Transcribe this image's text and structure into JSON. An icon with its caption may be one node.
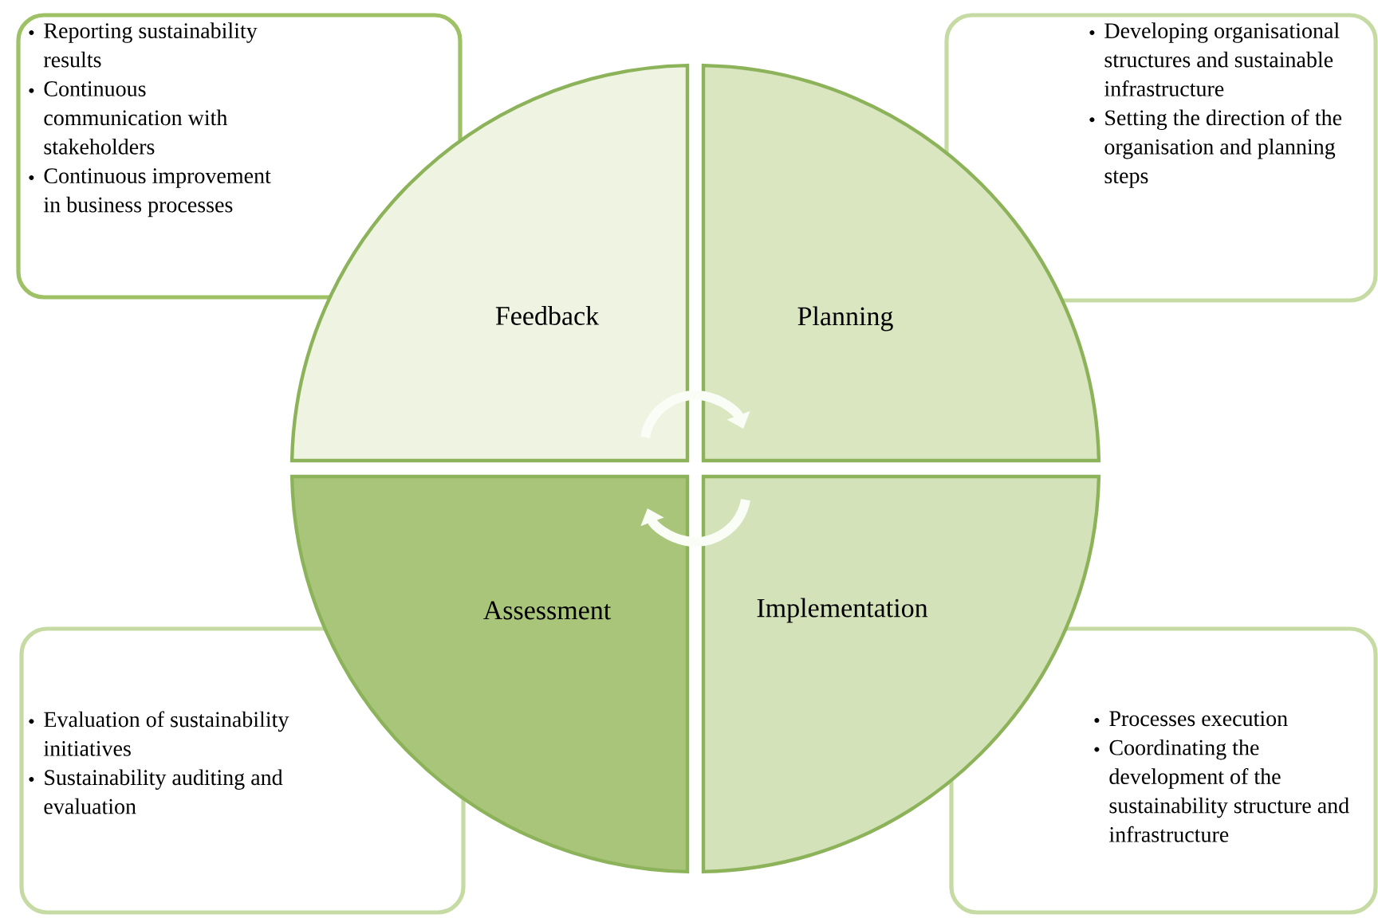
{
  "diagram": {
    "nodes": [
      {
        "text": [
          "Reporting sustainability results",
          "Continuous communication with stakeholders",
          "Continuous improvement in business processes"
        ]
      },
      {
        "text": [
          "Developing organisational structures and sustainable infrastructure",
          "Setting the direction of the organisation and planning steps"
        ]
      },
      {
        "text": [
          "Feedback"
        ]
      },
      {
        "text": [
          "Planning"
        ]
      },
      {
        "text": [
          "Assessment"
        ]
      },
      {
        "text": [
          "Implementation"
        ]
      },
      {
        "text": [
          "Evaluation of sustainability initiatives",
          "Sustainability auditing and evaluation"
        ]
      },
      {
        "text": [
          "Processes execution",
          "Coordinating the development of the sustainability structure and infrastructure"
        ]
      }
    ],
    "edges": [
      {
        "from": 2,
        "to": 3,
        "arrow": "to"
      },
      {
        "from": 5,
        "to": 4,
        "arrow": "to"
      }
    ]
  }
}
